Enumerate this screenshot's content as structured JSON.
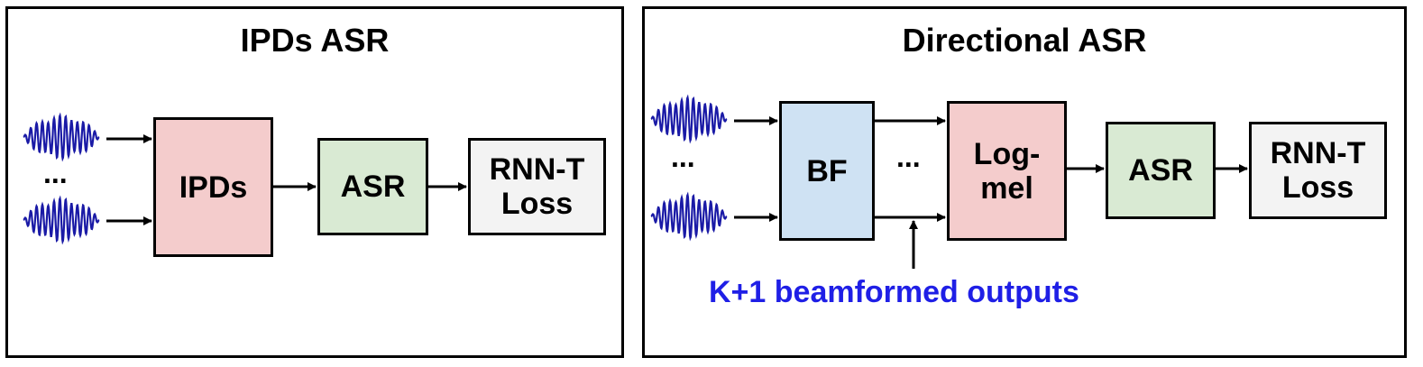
{
  "panels": {
    "left": {
      "title": "IPDs ASR"
    },
    "right": {
      "title": "Directional ASR"
    }
  },
  "left_blocks": {
    "ipds": "IPDs",
    "asr": "ASR",
    "loss": "RNN-T\nLoss"
  },
  "right_blocks": {
    "bf": "BF",
    "logmel": "Log-\nmel",
    "asr": "ASR",
    "loss": "RNN-T\nLoss"
  },
  "ellipsis": "...",
  "annotation": "K+1 beamformed outputs",
  "colors": {
    "ipds": "#f4cccc",
    "asr": "#d9ead3",
    "loss": "#f3f3f3",
    "bf": "#cfe2f3",
    "logmel": "#f4cccc",
    "waveform": "#1a1aa6",
    "annotation": "#1f1fe6"
  },
  "icons": [
    "waveform-icon",
    "arrow-icon"
  ]
}
